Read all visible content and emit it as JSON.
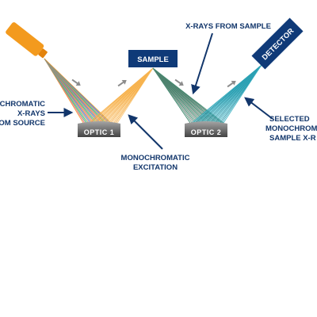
{
  "labels": {
    "source_left": [
      "CHROMATIC",
      "X-RAYS",
      "OM SOURCE"
    ],
    "excitation": [
      "MONOCHROMATIC",
      "EXCITATION"
    ],
    "from_sample": "X-RAYS FROM SAMPLE",
    "selected": [
      "SELECTED",
      "MONOCHROM",
      "SAMPLE X-R"
    ],
    "sample_box": "SAMPLE",
    "detector_box": "DETECTOR",
    "optic1": "OPTIC 1",
    "optic2": "OPTIC 2"
  },
  "colors": {
    "label_text": "#12366b",
    "box_fill": "#0f3a78",
    "source_orange": "#f39a1e",
    "optic_dark": "#4c4c4c",
    "optic_light": "#9a9a9a",
    "beam_orange": "#f7b24a",
    "beam_teal": "#2aa2b5",
    "beam_green": "#2c7b5f",
    "arrow_gray": "#8c8c8c"
  },
  "icons": {
    "source": "x-ray-source-tube-icon",
    "flow_arrows": "gray-arrow-icon",
    "pointer_arrows": "navy-arrow-icon"
  }
}
